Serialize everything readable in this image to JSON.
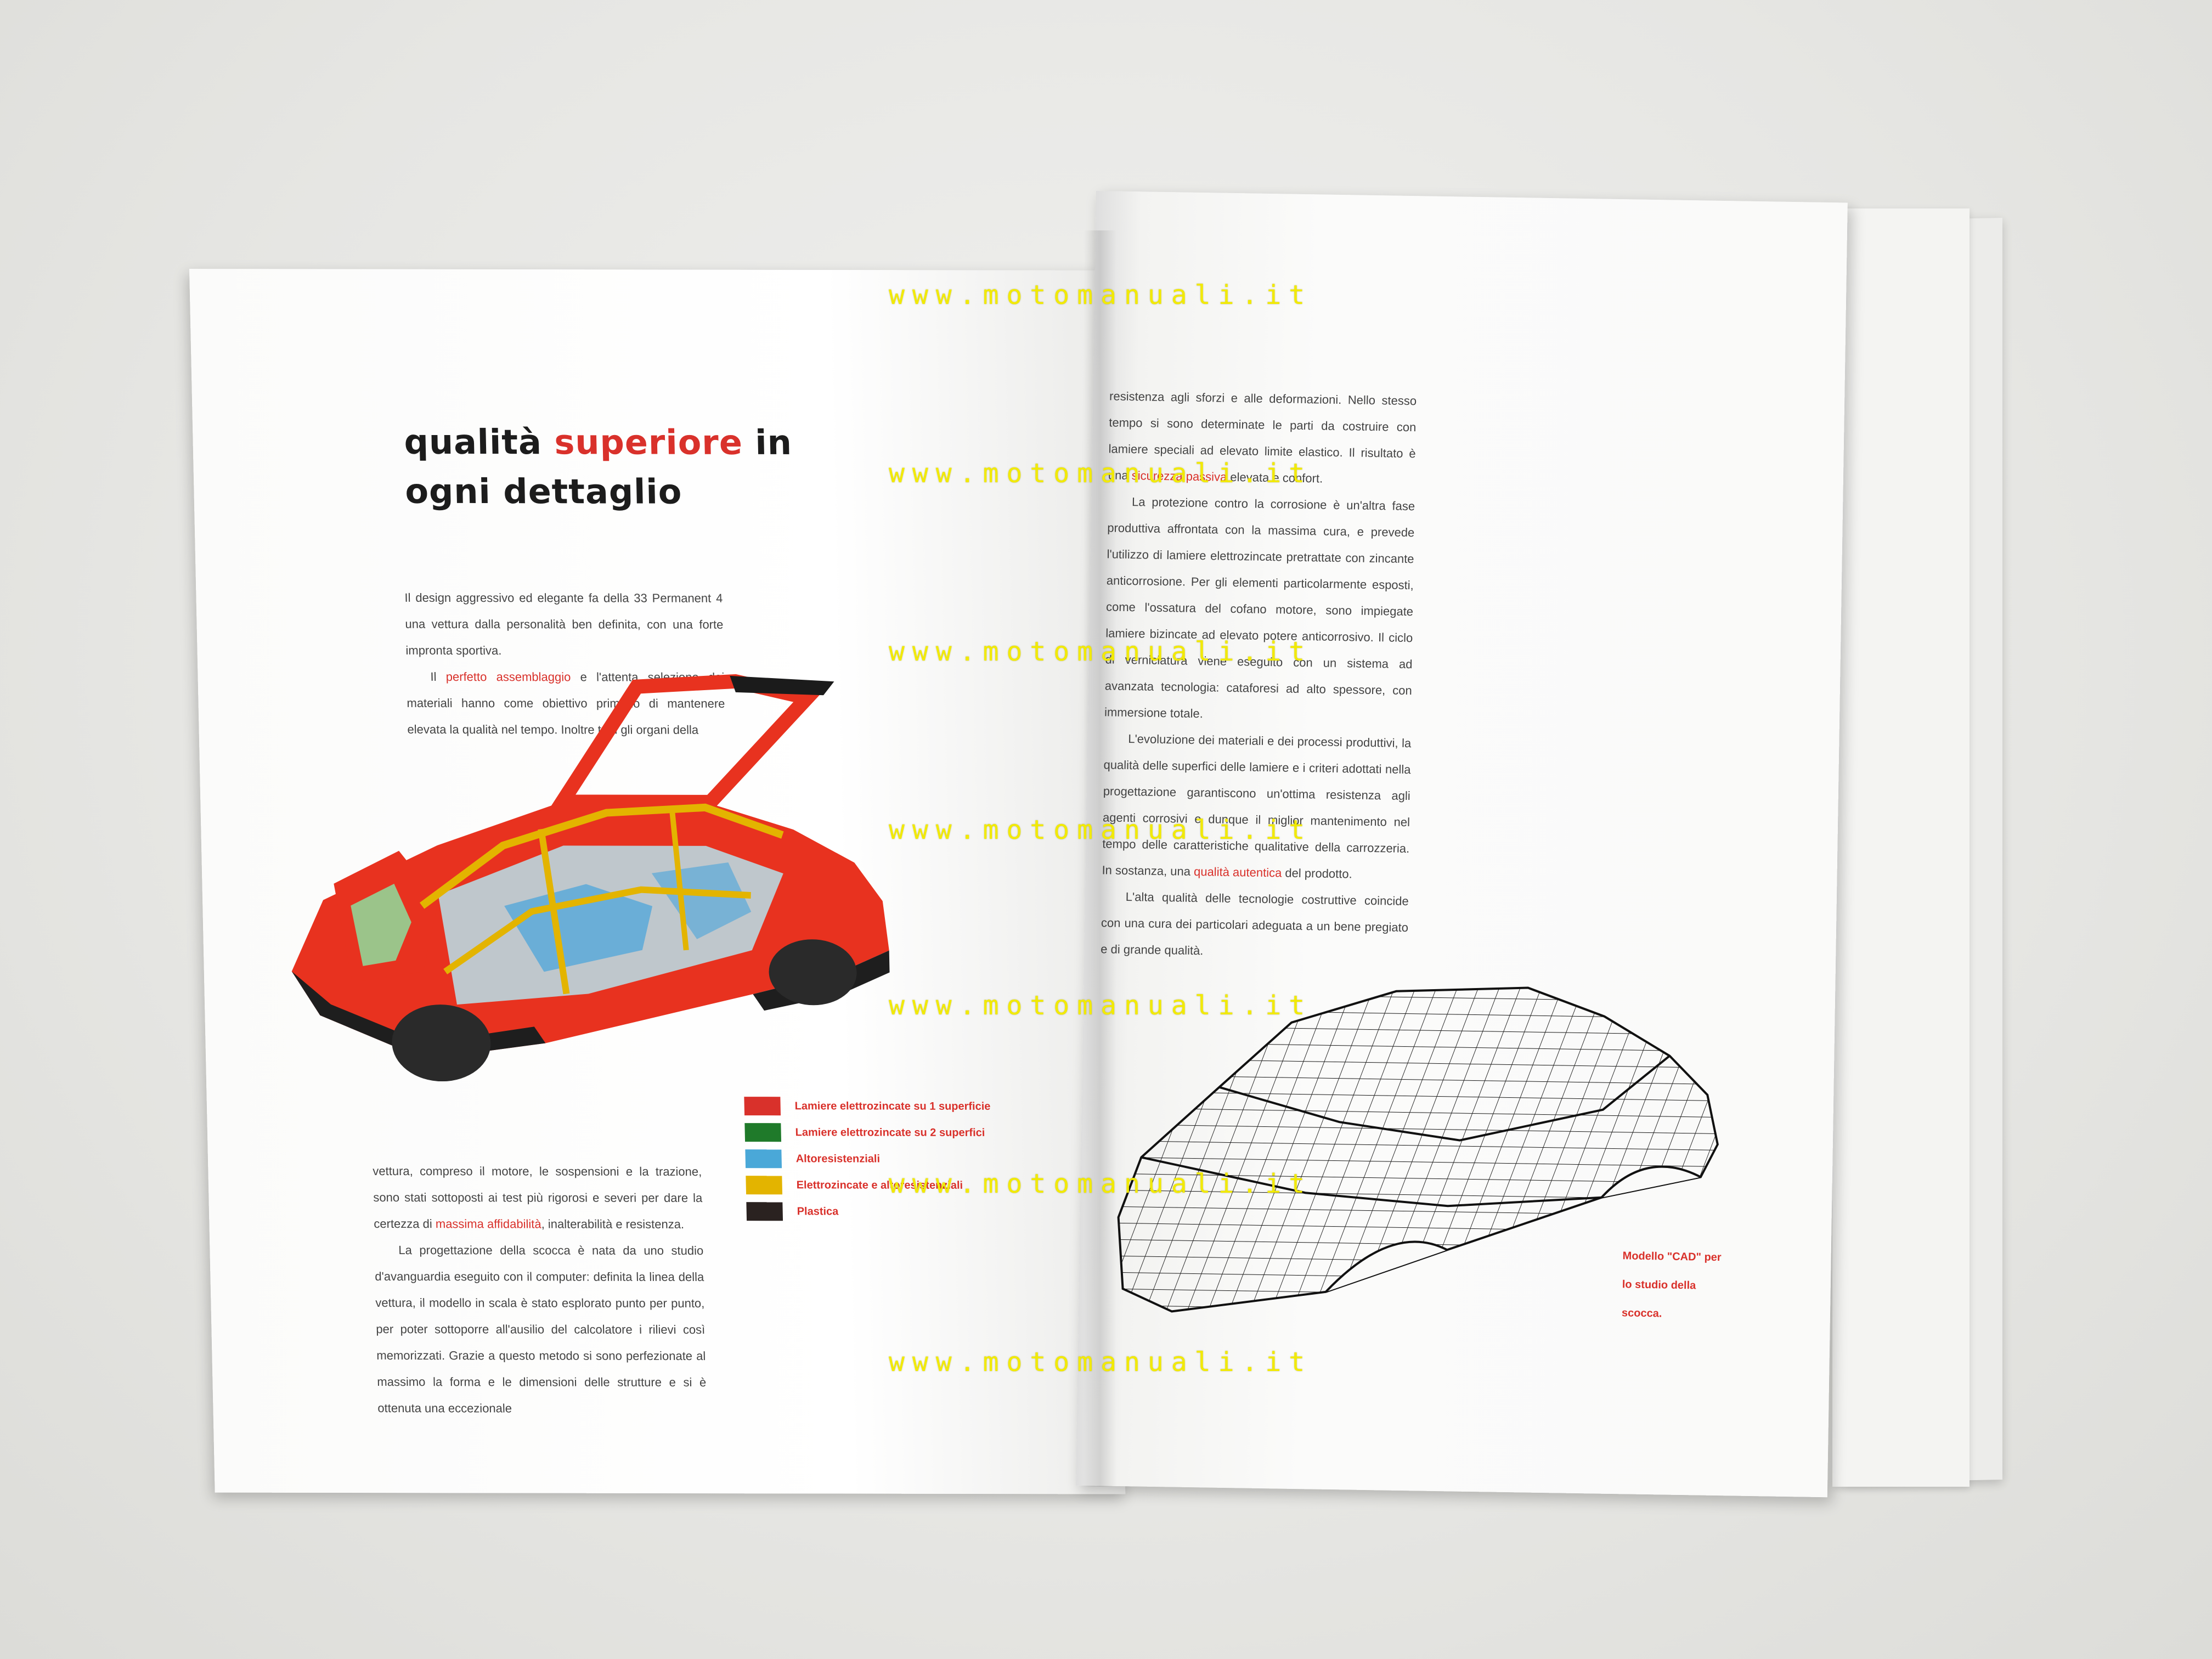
{
  "left_page": {
    "title_part1": "qualità ",
    "title_accent": "superiore",
    "title_part2": " in",
    "title_line2": "ogni dettaglio",
    "intro_1": "Il design aggressivo ed elegante fa della 33 Permanent 4 una vettura dalla personalità ben definita, con una forte impronta sportiva.",
    "intro_2a": "Il ",
    "intro_2_red": "perfetto assemblaggio",
    "intro_2b": " e l'attenta selezione dei materiali hanno come obiettivo primario di mantenere elevata la qualità nel tempo. Inoltre tutti gli organi della",
    "lower_1a": "vettura, compreso il motore, le sospensioni e la trazione, sono stati sottoposti ai test più rigorosi e severi per dare la certezza di ",
    "lower_1_red": "massima affidabilità",
    "lower_1b": ", inalterabilità e resistenza.",
    "lower_2": "La progettazione della scocca è nata da uno studio d'avanguardia eseguito con il computer: definita la linea della vettura, il modello in scala è stato esplorato punto per punto, per poter sottoporre all'ausilio del calcolatore i rilievi così memorizzati. Grazie a questo metodo si sono perfezionate al massimo la forma e le dimensioni delle strutture e si è ottenuta una eccezionale",
    "legend": [
      {
        "label": "Lamiere elettrozincate su 1 superficie",
        "color": "#d9312b"
      },
      {
        "label": "Lamiere elettrozincate su 2 superfici",
        "color": "#1f7a2a"
      },
      {
        "label": "Altoresistenziali",
        "color": "#4aa8d8"
      },
      {
        "label": "Elettrozincate e altoresistenziali",
        "color": "#e3b400"
      },
      {
        "label": "Plastica",
        "color": "#2a2220"
      }
    ]
  },
  "right_page": {
    "para1a": "resistenza agli sforzi e alle deformazioni. Nello stesso tempo si sono determinate le parti da costruire con lamiere speciali ad elevato limite elastico. Il risultato è una ",
    "para1_red": "sicurezza passiva",
    "para1b": " elevata e confort.",
    "para2": "La protezione contro la corrosione è un'altra fase produttiva affrontata con la massima cura, e prevede l'utilizzo di lamiere elettrozincate pretrattate con zincante anticorrosione. Per gli elementi particolarmente esposti, come l'ossatura del cofano motore, sono impiegate lamiere bizincate ad elevato potere anticorrosivo. Il ciclo di verniciatura viene eseguito con un sistema ad avanzata tecnologia: cataforesi ad alto spessore, con immersione totale.",
    "para3a": "L'evoluzione dei materiali e dei processi produttivi, la qualità delle superfici delle lamiere e i criteri adottati nella progettazione garantiscono un'ottima resistenza agli agenti corrosivi e dunque il miglior mantenimento nel tempo delle caratteristiche qualitative della carrozzeria. In sostanza, una ",
    "para3_red": "qualità autentica",
    "para3b": " del prodotto.",
    "para4": "L'alta qualità delle tecnologie costruttive coincide con una cura dei particolari adeguata a un bene pregiato e di grande qualità.",
    "cad_caption_1": "Modello \"CAD\" per",
    "cad_caption_2": "lo studio della",
    "cad_caption_3": "scocca."
  },
  "watermark": "www.motomanuali.it"
}
